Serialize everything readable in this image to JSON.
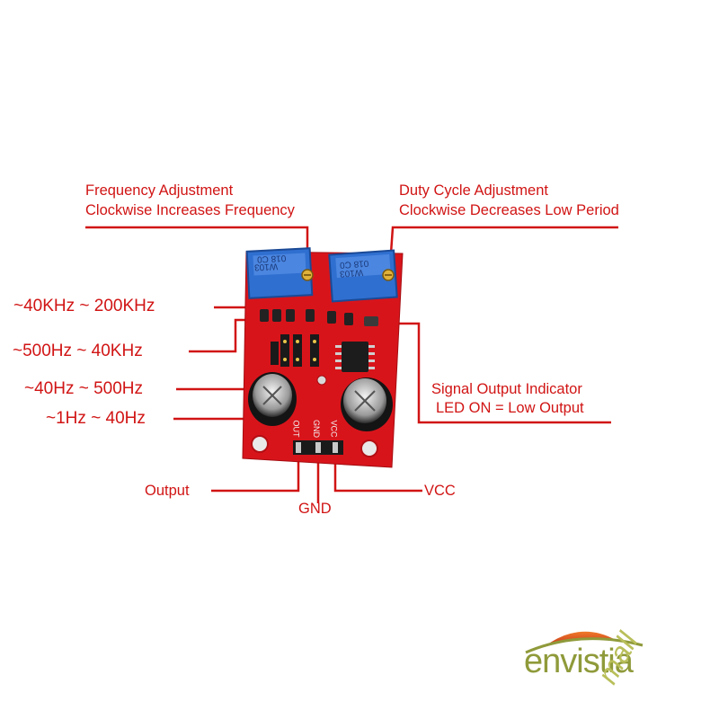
{
  "annotations": {
    "freq_adjust_line1": "Frequency Adjustment",
    "freq_adjust_line2": "Clockwise Increases Frequency",
    "duty_adjust_line1": "Duty Cycle Adjustment",
    "duty_adjust_line2": "Clockwise Decreases Low Period",
    "range_40k_200k": "~40KHz ~ 200KHz",
    "range_500_40k": "~500Hz ~ 40KHz",
    "range_40_500": "~40Hz ~ 500Hz",
    "range_1_40": "~1Hz ~ 40Hz",
    "indicator_line1": "Signal Output Indicator",
    "indicator_line2": "LED ON = Low Output",
    "pin_output": "Output",
    "pin_gnd": "GND",
    "pin_vcc": "VCC"
  },
  "board": {
    "pot_marking_1": "W103",
    "pot_marking_2": "018 C0",
    "silk_out": "OUT",
    "silk_gnd": "GND",
    "silk_vcc": "VCC"
  },
  "logo": {
    "word_1": "envistia",
    "word_2": "mall"
  },
  "colors": {
    "label_red": "#d11414",
    "pcb_red": "#d8141b",
    "pot_blue": "#2f6fd0",
    "logo_green": "#8f9a3a",
    "logo_sun": "#e04a1c"
  }
}
